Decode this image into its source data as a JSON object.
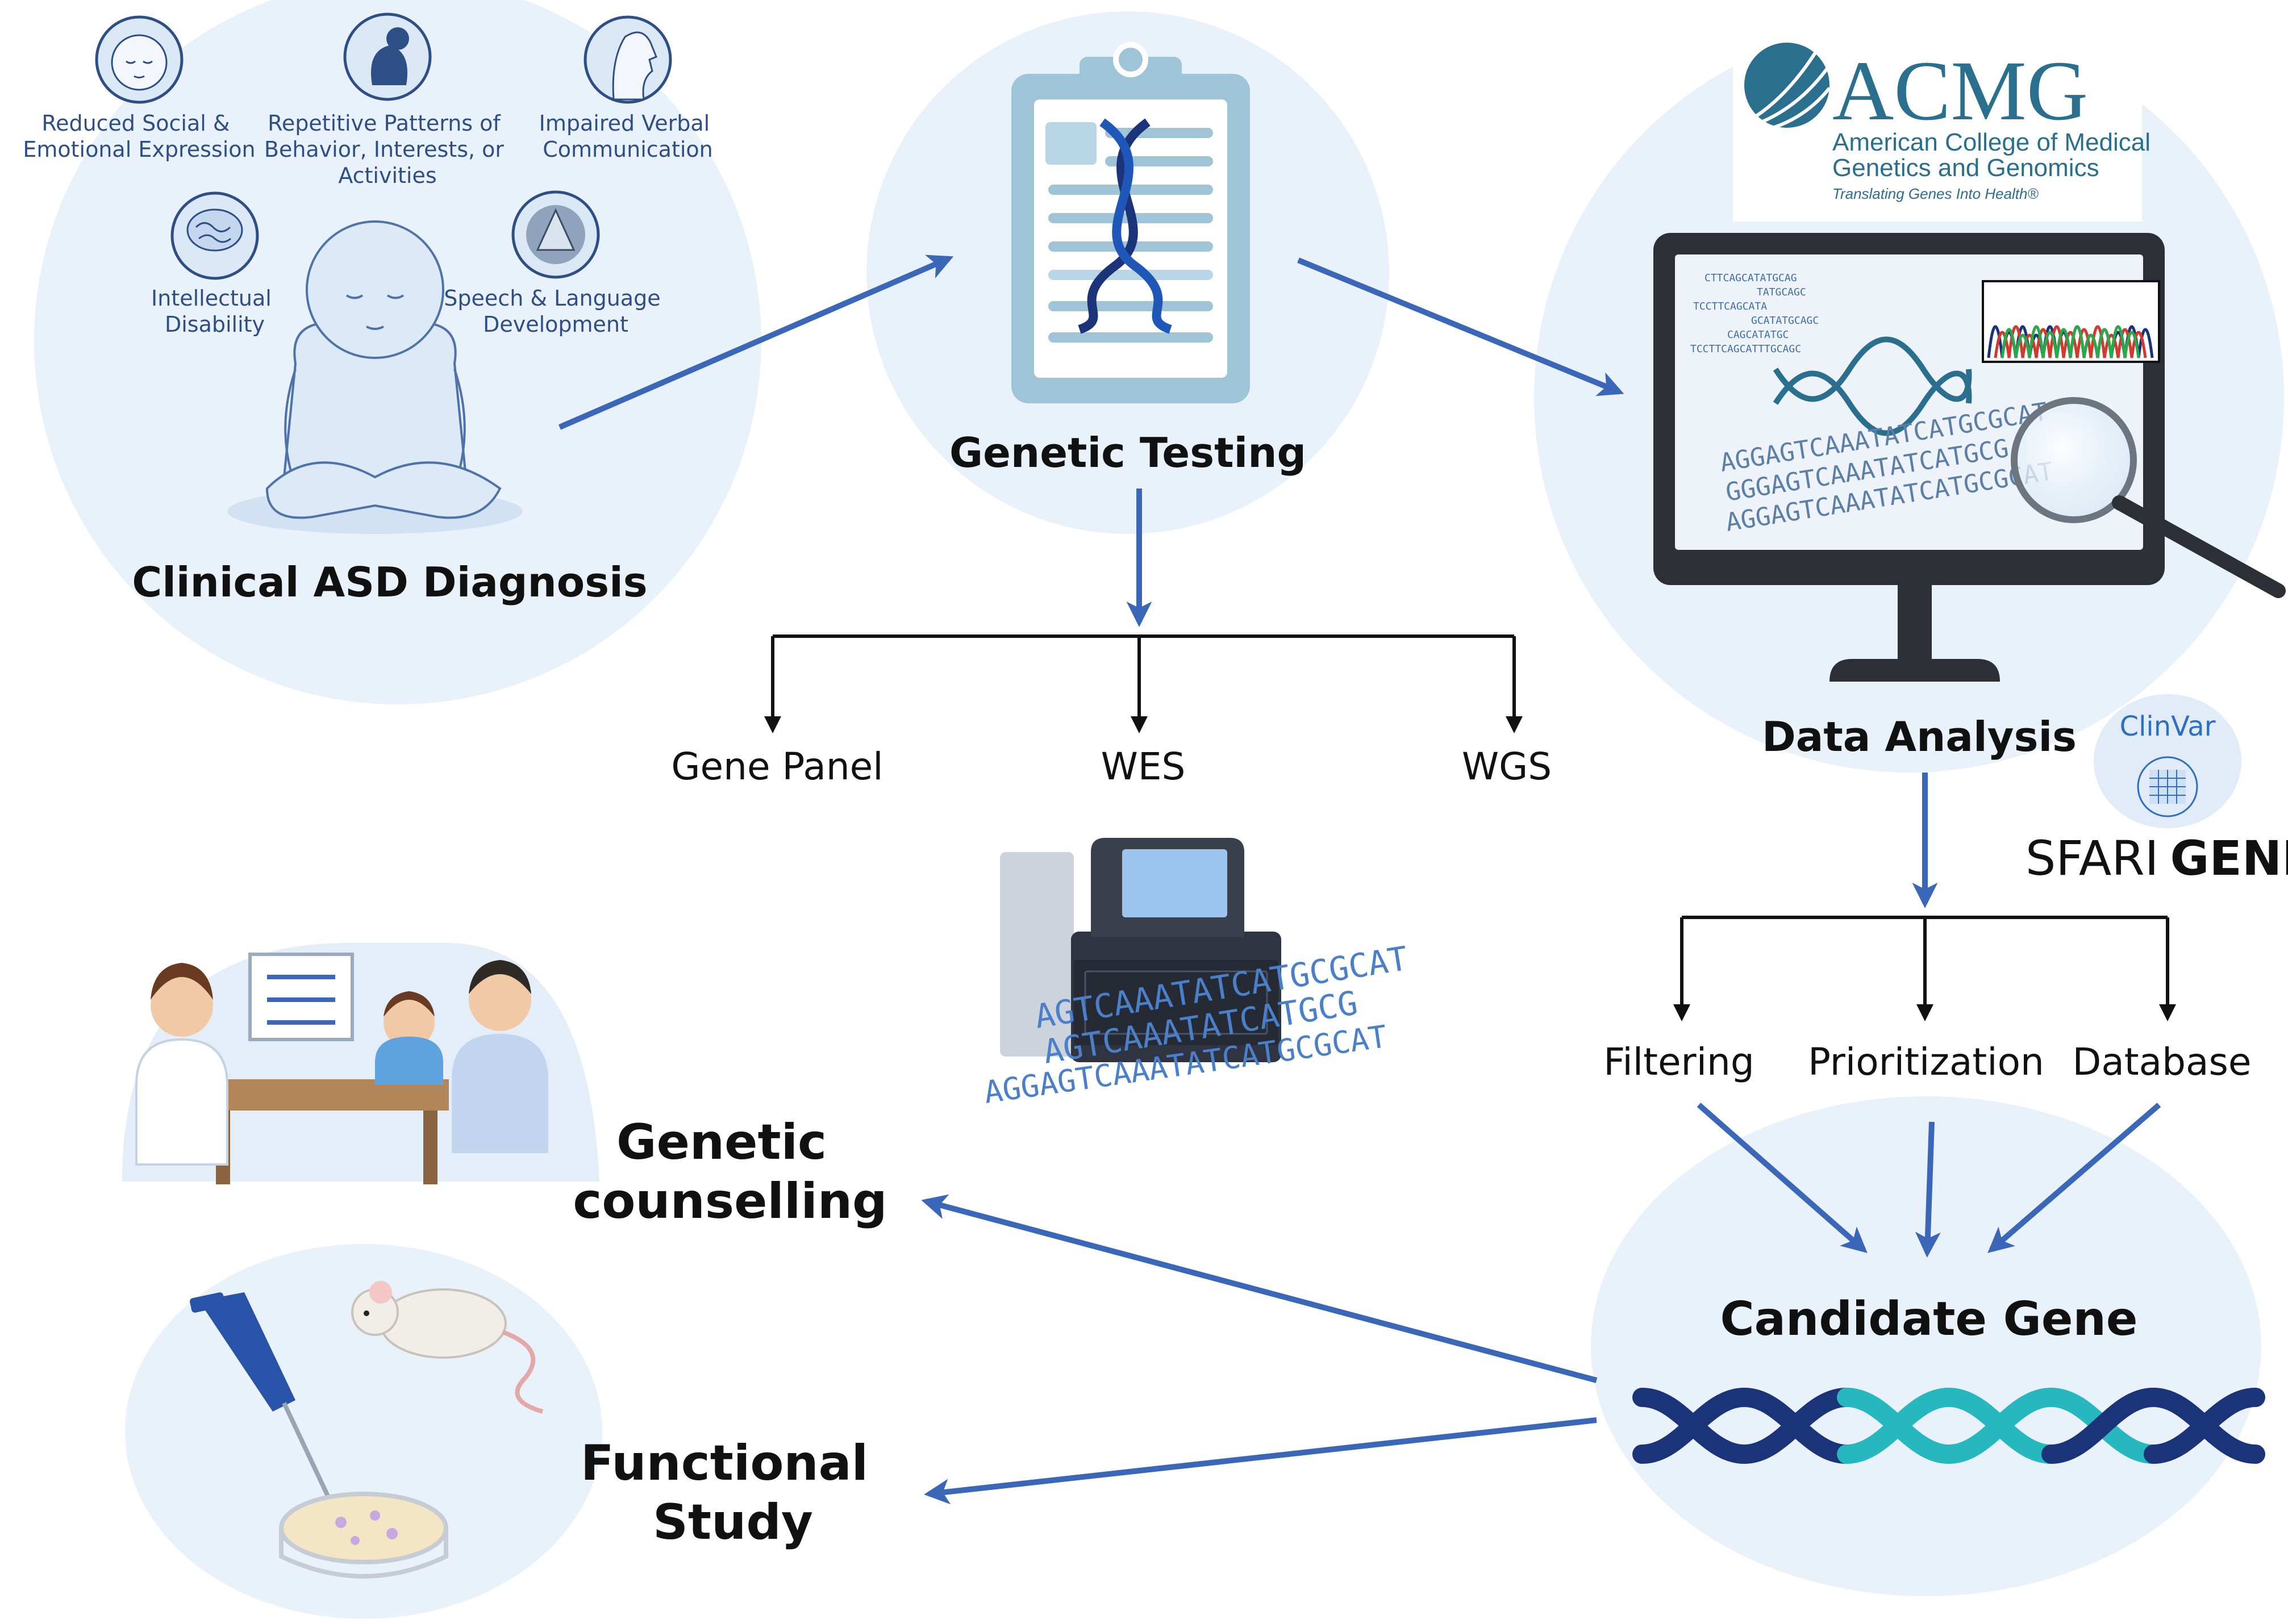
{
  "colors": {
    "circle_fill": "#e9f1fb",
    "arrow_blue": "#3a67b8",
    "dark_navy": "#1b3378",
    "teal": "#27b7bf",
    "acmg_teal": "#2b6f8f",
    "text_dark": "#111111",
    "symptom_text": "#2d4f86",
    "dna_letters": "#4a7fc9"
  },
  "diagnosis": {
    "title": "Clinical ASD Diagnosis",
    "symptoms": [
      {
        "icon": "infant-face-icon",
        "lines": [
          "Reduced Social &",
          "Emotional Expression"
        ]
      },
      {
        "icon": "curled-child-icon",
        "lines": [
          "Repetitive Patterns of",
          "Behavior, Interests, or",
          "Activities"
        ]
      },
      {
        "icon": "head-profile-icon",
        "lines": [
          "Impaired Verbal",
          "Communication"
        ]
      },
      {
        "icon": "brain-icon",
        "lines": [
          "Intellectual",
          "Disability"
        ]
      },
      {
        "icon": "larynx-icon",
        "lines": [
          "Speech & Language",
          "Development"
        ]
      }
    ]
  },
  "testing": {
    "title": "Genetic Testing",
    "methods": [
      "Gene Panel",
      "WES",
      "WGS"
    ]
  },
  "analysis": {
    "title": "Data Analysis",
    "acmg": {
      "name": "ACMG",
      "full_line1": "American College of Medical",
      "full_line2": "Genetics and Genomics",
      "tagline": "Translating Genes Into Health®"
    },
    "clinvar": "ClinVar",
    "sfari_a": "SFARI",
    "sfari_b": "GENE",
    "steps": [
      "Filtering",
      "Prioritization",
      "Database"
    ],
    "screen_sequences": [
      "CTTCAGCATATGCAG",
      "TATGCAGC",
      "TCCTTCAGCATA",
      "GCATATGCAGC",
      "CAGCATATGC",
      "TCCTTCAGCATTTGCAGC"
    ],
    "screen_big_seq": [
      "AGGAGTCAAATATCATGCGCAT",
      "GGGAGTCAAATATCATGCG",
      "AGGAGTCAAATATCATGCGCAT"
    ]
  },
  "sequencer_text": [
    "AGTCAAATATCATGCGCAT",
    "AGTCAAATATCATGCG",
    "AGGAGTCAAATATCATGCGCAT"
  ],
  "candidate": {
    "title": "Candidate Gene"
  },
  "counselling": {
    "line1": "Genetic",
    "line2": "counselling"
  },
  "functional": {
    "line1": "Functional",
    "line2": "Study"
  }
}
